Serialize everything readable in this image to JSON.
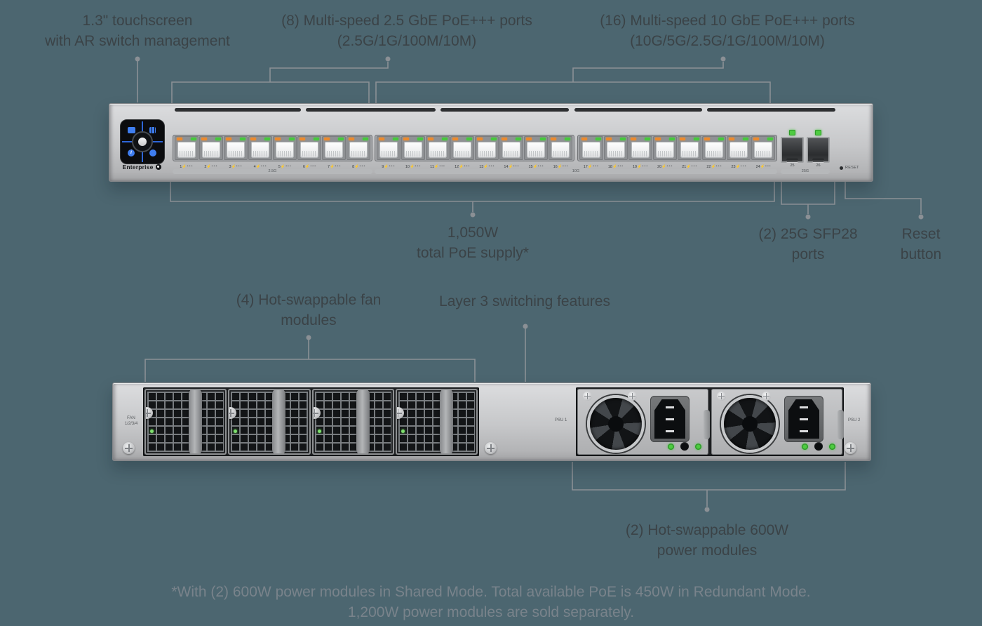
{
  "page": {
    "background": "#4c6670"
  },
  "colors": {
    "callout_line": "#8b9095",
    "callout_text": "#3b4347",
    "footnote_text": "#79838b",
    "led_orange": "#ec8a2d",
    "led_green": "#46c93c",
    "sfp_led_green": "#4ecb41",
    "screen_accent": "#3f7ef0",
    "chassis_gray": "#c6c7c9"
  },
  "callouts": {
    "touchscreen": {
      "line1": "1.3\" touchscreen",
      "line2": "with AR switch management"
    },
    "ports_25gbe": {
      "line1": "(8) Multi-speed 2.5 GbE PoE+++ ports",
      "line2": "(2.5G/1G/100M/10M)"
    },
    "ports_10gbe": {
      "line1": "(16) Multi-speed 10 GbE PoE+++ ports",
      "line2": "(10G/5G/2.5G/1G/100M/10M)"
    },
    "poe_supply": {
      "line1": "1,050W",
      "line2": "total PoE supply*"
    },
    "sfp28": {
      "line1": "(2) 25G SFP28",
      "line2": "ports"
    },
    "reset": {
      "line1": "Reset",
      "line2": "button"
    },
    "fans": {
      "line1": "(4) Hot-swappable fan",
      "line2": "modules"
    },
    "layer3": {
      "line1": "Layer 3 switching features"
    },
    "power_modules": {
      "line1": "(2) Hot-swappable 600W",
      "line2": "power modules"
    }
  },
  "front_panel": {
    "brand": "Enterprise",
    "brand_icon": "ubiquiti-logo-icon",
    "touchscreen_icons": [
      "device-icon",
      "signal-bars-icon",
      "info-icon",
      "status-circle-icon"
    ],
    "port_numbers": [
      1,
      2,
      3,
      4,
      5,
      6,
      7,
      8,
      9,
      10,
      11,
      12,
      13,
      14,
      15,
      16,
      17,
      18,
      19,
      20,
      21,
      22,
      23,
      24
    ],
    "port_suffix": "⚡⁺⁺⁺",
    "speed_bars": {
      "group1": "2.5G",
      "group2": "10G",
      "sfp": "25G"
    },
    "sfp_port_numbers": [
      "25",
      "26"
    ],
    "reset_label": "RESET"
  },
  "rear_panel": {
    "fan_label_line1": "FAN",
    "fan_label_line2": "1/2/3/4",
    "fan_module_count": 4,
    "psu_labels": [
      "PSU 1",
      "PSU 2"
    ],
    "psu_module_count": 2
  },
  "footnote": {
    "line1": "*With (2) 600W power modules in Shared Mode. Total available PoE is 450W in Redundant Mode.",
    "line2": "1,200W power modules are sold separately."
  }
}
